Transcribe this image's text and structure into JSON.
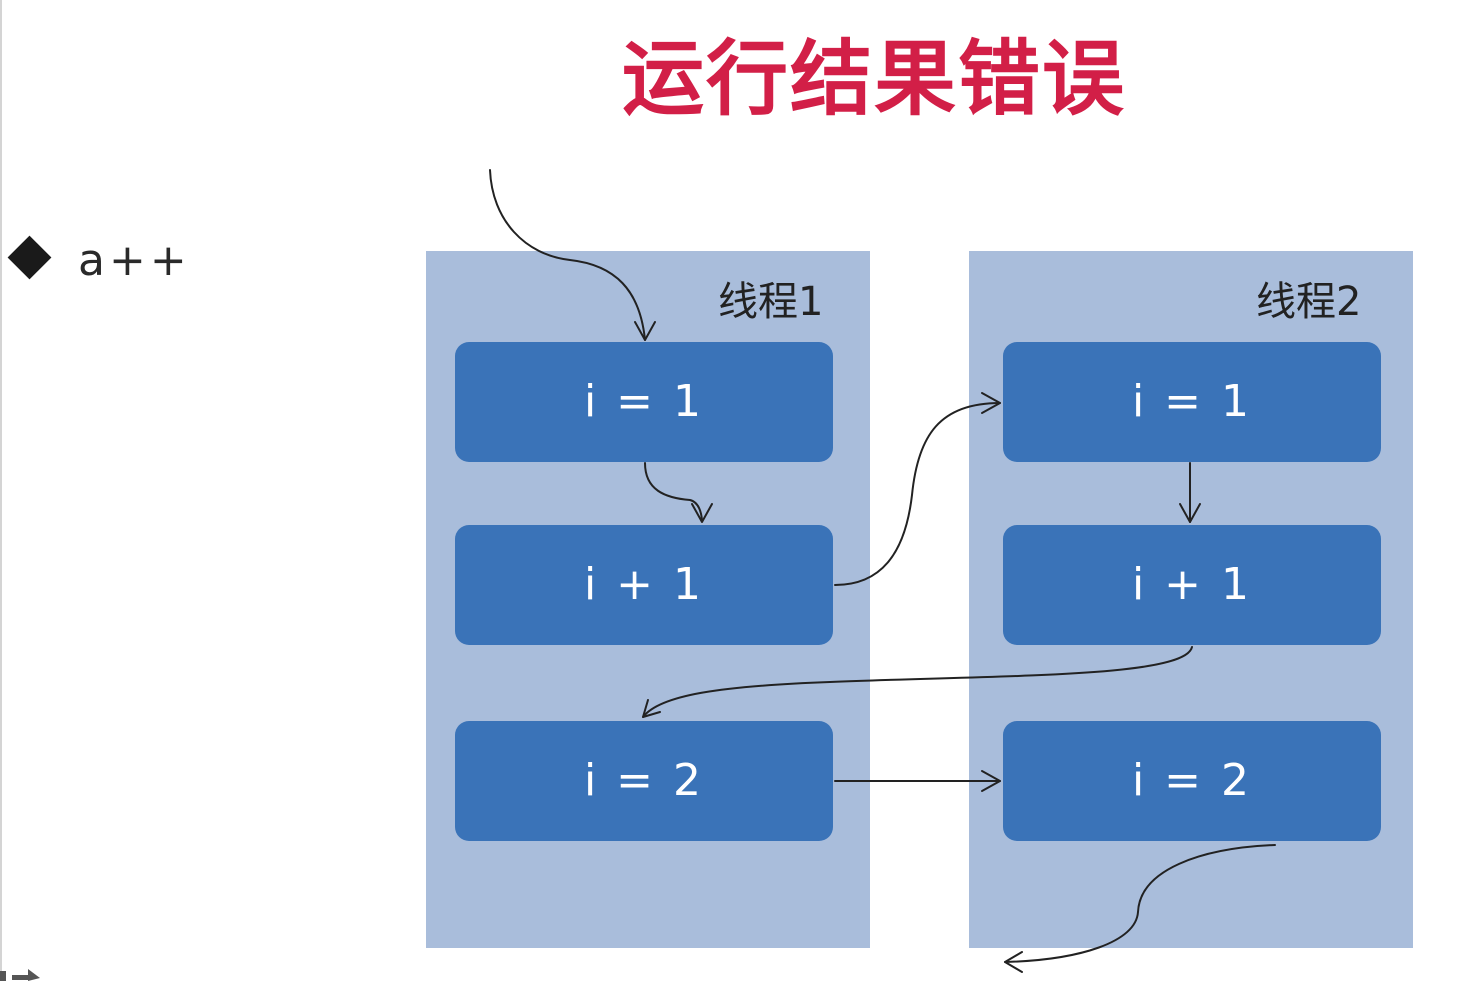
{
  "title": "运行结果错误",
  "bullet": {
    "text": "a++"
  },
  "threads": [
    {
      "label": "线程1",
      "steps": [
        "i = 1",
        "i + 1",
        "i = 2"
      ]
    },
    {
      "label": "线程2",
      "steps": [
        "i = 1",
        "i + 1",
        "i = 2"
      ]
    }
  ],
  "colors": {
    "title": "#d21f47",
    "panel": "#a9bddb",
    "step": "#3a73b8",
    "arrow": "#222222"
  }
}
